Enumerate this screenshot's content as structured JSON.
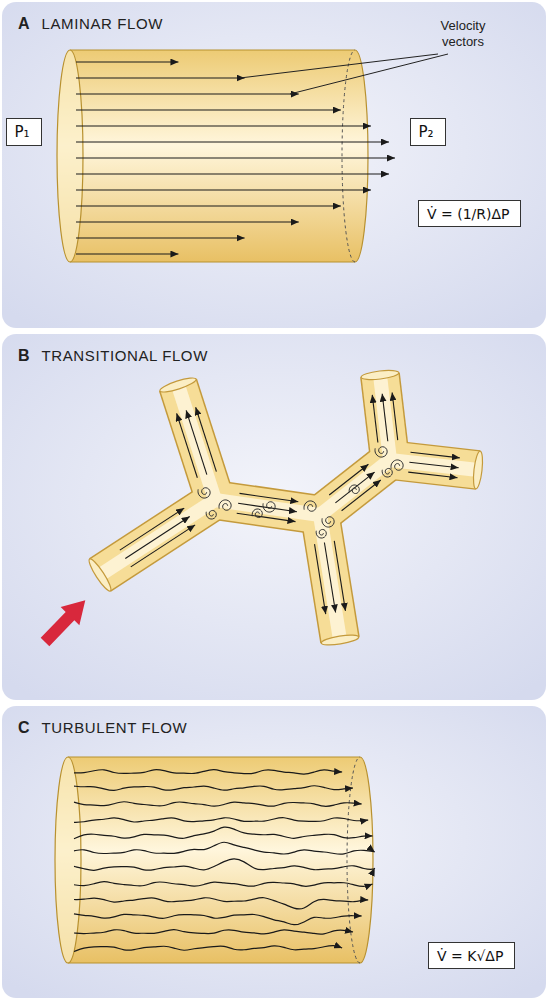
{
  "diagram": {
    "nodes": [
      {
        "text": [
          "A",
          "LAMINAR FLOW"
        ]
      },
      {
        "text": [
          "P₁"
        ],
        "in": 0
      },
      {
        "text": [
          "P₂"
        ],
        "in": 0
      },
      {
        "text": [
          "V̇ = (1/R)ΔP"
        ],
        "in": 0
      },
      {
        "text": [
          "B",
          "TRANSITIONAL FLOW"
        ]
      },
      {
        "text": [
          "C",
          "TURBULENT FLOW"
        ]
      },
      {
        "text": [
          "V̇ = K√ΔP"
        ],
        "in": 5
      }
    ],
    "labels": [
      "Velocity vectors"
    ]
  }
}
